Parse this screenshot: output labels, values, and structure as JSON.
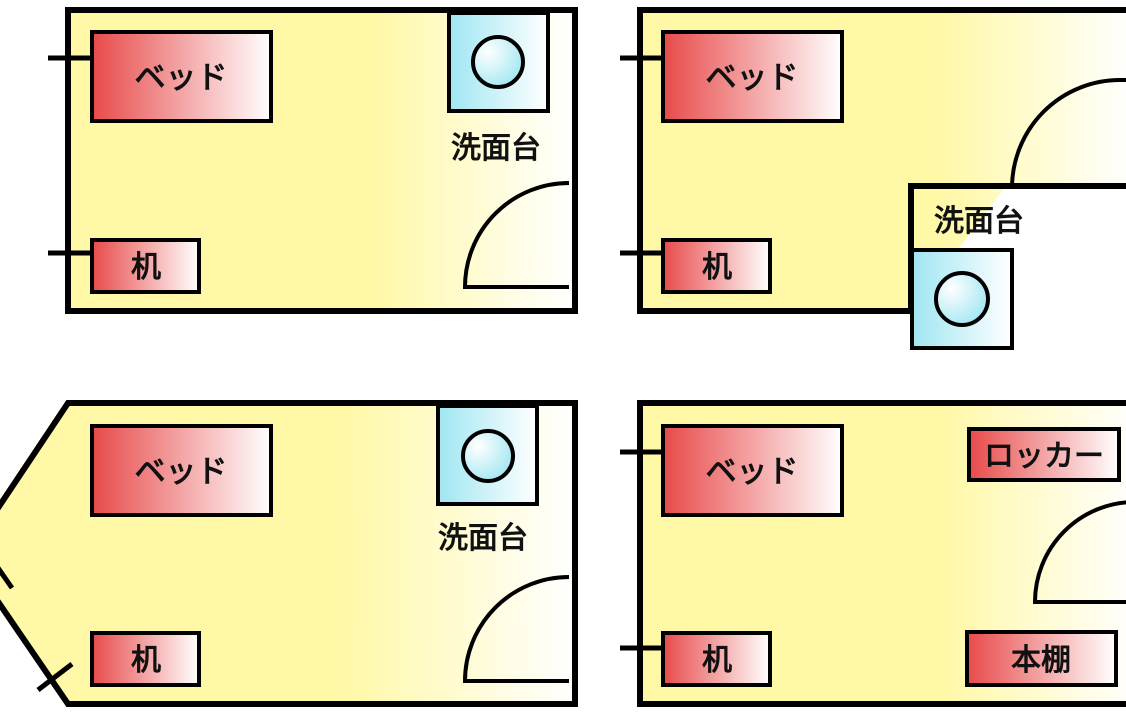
{
  "labels": {
    "bed": "ベッド",
    "desk": "机",
    "sink": "洗面台",
    "locker": "ロッカー",
    "bookshelf": "本棚"
  },
  "colors": {
    "room_start": "#FFF8A6",
    "room_end": "#FFFFFF",
    "furniture_start": "#E84A4A",
    "furniture_end": "#FFFFFF",
    "sink_start": "#9FE6F2",
    "sink_end": "#FFFFFF",
    "wall": "#000000"
  }
}
